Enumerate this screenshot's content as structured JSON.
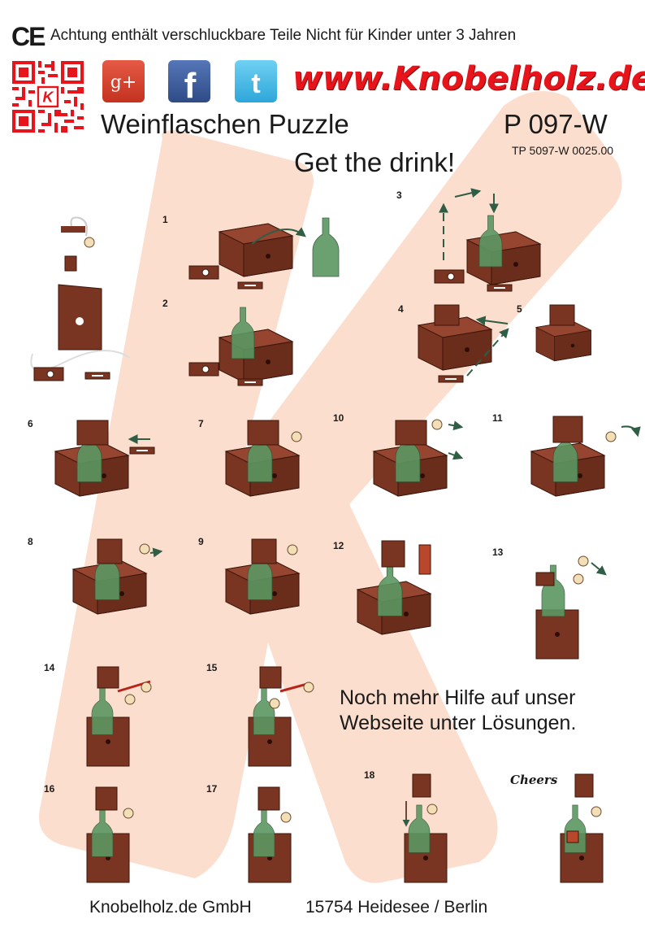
{
  "header": {
    "ce_mark": "CE",
    "warning": "Achtung enthält verschluckbare Teile  Nicht für Kinder unter 3 Jahren",
    "website": "www.Knobelholz.de",
    "qr_label": "K"
  },
  "social": [
    {
      "name": "google-plus",
      "glyph": "g+",
      "color": "#d9432f"
    },
    {
      "name": "facebook",
      "glyph": "f",
      "color": "#3b5b9a"
    },
    {
      "name": "twitter",
      "glyph": "t",
      "color": "#35b1e4"
    }
  ],
  "product": {
    "title": "Weinflaschen Puzzle",
    "code": "P 097-W",
    "subtitle": "Get the drink!",
    "article_number": "TP 5097-W 0025.00"
  },
  "steps": [
    "1",
    "2",
    "3",
    "4",
    "5",
    "6",
    "7",
    "8",
    "9",
    "10",
    "11",
    "12",
    "13",
    "14",
    "15",
    "16",
    "17",
    "18"
  ],
  "help_text": {
    "line1": "Noch mehr Hilfe auf unser",
    "line2": "Webseite unter Lösungen."
  },
  "cheers": "Cheers",
  "footer": {
    "company": "Knobelholz.de GmbH",
    "address": "15754 Heidesee / Berlin"
  },
  "colors": {
    "wood": "#7a3422",
    "wood_dark": "#4e1f12",
    "bottle": "#4f8a55",
    "watermark": "#fbdccb",
    "url_red": "#e8141b"
  }
}
